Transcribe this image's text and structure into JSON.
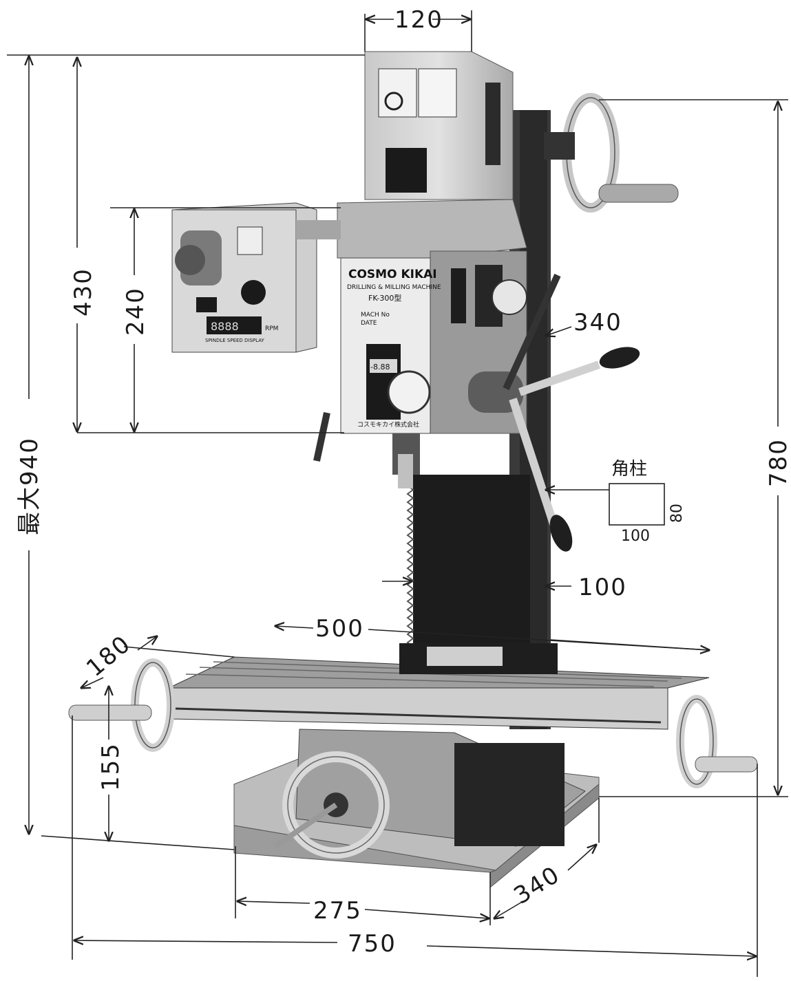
{
  "machine": {
    "brand": "COSMO KIKAI",
    "subtitle": "DRILLING & MILLING MACHINE",
    "model": "FK-300型",
    "mach_no": "MACH No",
    "date": "DATE",
    "maker": "コスモキカイ株式会社",
    "display_readout": "-8.88",
    "speed_display": "8888",
    "speed_label": "SPINDLE SPEED DISPLAY",
    "speed_unit": "RPM"
  },
  "dimensions": {
    "head_width": "120",
    "max_height": "最大940",
    "height_430": "430",
    "height_240": "240",
    "height_780": "780",
    "quill_340": "340",
    "column_100": "100",
    "column_label": "角柱",
    "column_section_w": "100",
    "column_section_h": "80",
    "table_length": "500",
    "table_width": "180",
    "height_155": "155",
    "base_275": "275",
    "base_340": "340",
    "overall_750": "750"
  }
}
